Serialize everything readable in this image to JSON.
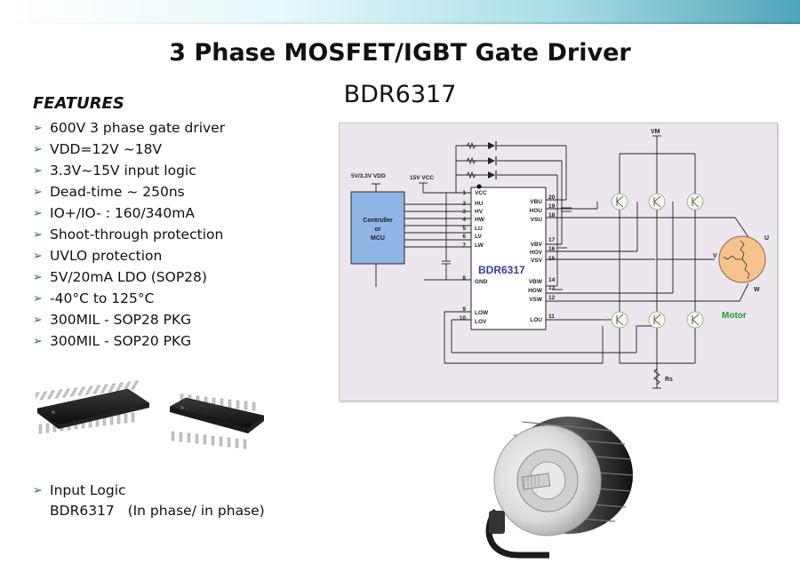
{
  "header": {
    "title": "3 Phase MOSFET/IGBT Gate Driver",
    "subtitle": "BDR6317"
  },
  "features": {
    "heading": "FEATURES",
    "bullet_glyph": "➢",
    "items": [
      "600V 3 phase gate driver",
      "VDD=12V ~18V",
      "3.3V~15V input logic",
      "Dead-time ~ 250ns",
      "IO+/IO- : 160/340mA",
      "Shoot-through protection",
      "UVLO protection",
      "5V/20mA LDO (SOP28)",
      "-40°C to 125°C",
      "300MIL - SOP28 PKG",
      "300MIL - SOP20 PKG"
    ]
  },
  "input_logic": {
    "label": "Input Logic",
    "value": "BDR6317   (In phase/ in phase)"
  },
  "schematic": {
    "vdd_label": "5V/3.3V VDD",
    "vcc_label": "15V VCC",
    "controller_lines": [
      "Controller",
      "or",
      "MCU"
    ],
    "ic_name": "BDR6317",
    "vm_label": "VM",
    "rs_label": "Rs",
    "motor_label": "Motor",
    "phase_labels": [
      "U",
      "V",
      "W"
    ],
    "left_pins": [
      {
        "num": "1",
        "name": "VCC"
      },
      {
        "num": "2",
        "name": "HU"
      },
      {
        "num": "3",
        "name": "HV"
      },
      {
        "num": "4",
        "name": "HW"
      },
      {
        "num": "5",
        "name": "LU"
      },
      {
        "num": "6",
        "name": "LV"
      },
      {
        "num": "7",
        "name": "LW"
      },
      {
        "num": "8",
        "name": "GND"
      },
      {
        "num": "9",
        "name": "LOW"
      },
      {
        "num": "10",
        "name": "LOV"
      }
    ],
    "right_pins": [
      {
        "num": "20",
        "name": "VBU"
      },
      {
        "num": "19",
        "name": "HOU"
      },
      {
        "num": "18",
        "name": "VSU"
      },
      {
        "num": "17",
        "name": "VBV"
      },
      {
        "num": "16",
        "name": "HOV"
      },
      {
        "num": "15",
        "name": "VSV"
      },
      {
        "num": "14",
        "name": "VBW"
      },
      {
        "num": "13",
        "name": "HOW"
      },
      {
        "num": "12",
        "name": "VSW"
      },
      {
        "num": "11",
        "name": "LOU"
      }
    ],
    "colors": {
      "panel_bg": "#ece6ee",
      "controller_fill": "#8fb5e6",
      "ic_name_color": "#3a3aa0",
      "motor_label_color": "#1e9a3a",
      "motor_fill": "#f6c38c"
    }
  }
}
